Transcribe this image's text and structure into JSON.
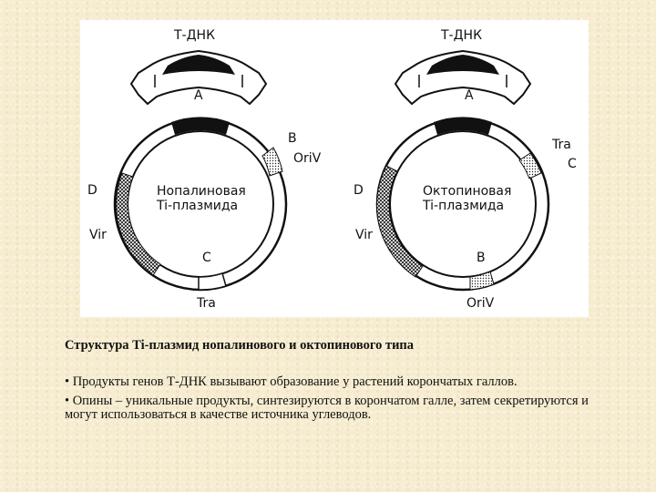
{
  "figure": {
    "left_plasmid": {
      "tdna_label": "Т-ДНК",
      "a_label": "A",
      "name_line1": "Нопалиновая",
      "name_line2": "Ti-плазмида",
      "b_label": "B",
      "oriv_label": "OriV",
      "d_label": "D",
      "vir_label": "Vir",
      "c_label": "C",
      "tra_label": "Tra"
    },
    "right_plasmid": {
      "tdna_label": "Т-ДНК",
      "a_label": "A",
      "name_line1": "Октопиновая",
      "name_line2": "Ti-плазмида",
      "tra_label": "Tra",
      "c_label": "C",
      "d_label": "D",
      "vir_label": "Vir",
      "b_label": "B",
      "oriv_label": "OriV"
    }
  },
  "caption": "Структура Ti-плазмид нопалинового и октопинового типа",
  "bullets": [
    "• Продукты генов Т-ДНК вызывают образование у растений корончатых галлов.",
    "• Опины – уникальные продукты, синтезируются в корончатом галле, затем секретируются и могут использоваться в качестве источника углеводов."
  ],
  "colors": {
    "background": "#f6eccf",
    "figure_bg": "#ffffff",
    "ink": "#111111"
  }
}
